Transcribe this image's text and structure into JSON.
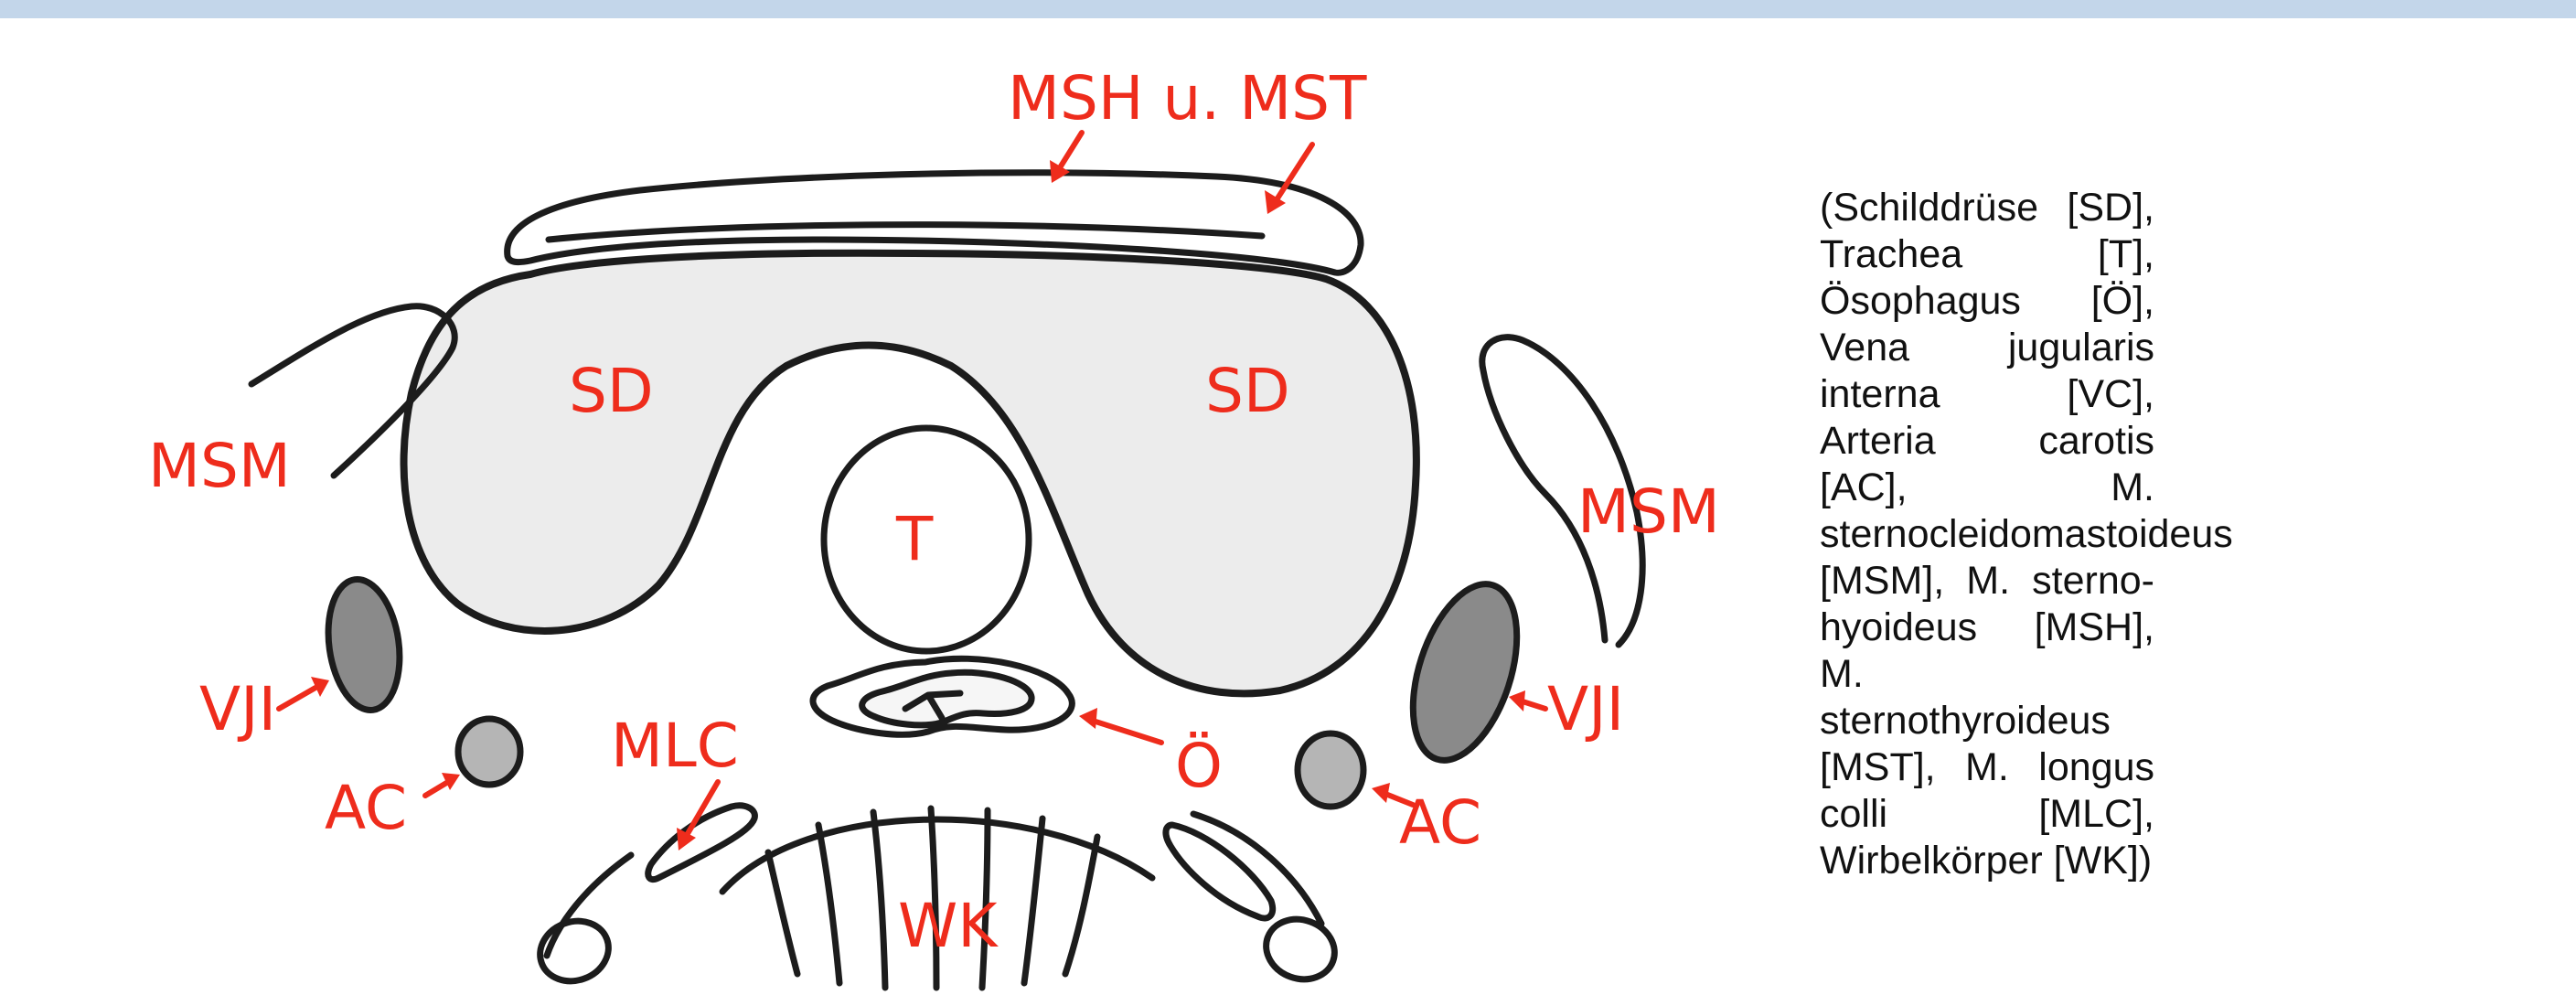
{
  "colors": {
    "top_band": "#c3d6ea",
    "label_red": "#ee2c1c",
    "gland_fill": "#ececec",
    "vein_fill": "#8a8a8a",
    "artery_fill": "#b5b5b5"
  },
  "labels": {
    "msh_mst": "MSH u. MST",
    "sd_left": "SD",
    "sd_right": "SD",
    "trachea": "T",
    "msm_left": "MSM",
    "msm_right": "MSM",
    "vji_left": "VJI",
    "vji_right": "VJI",
    "ac_left": "AC",
    "ac_right": "AC",
    "mlc": "MLC",
    "oesophagus": "Ö",
    "wk": "WK"
  },
  "legend": {
    "text": "(Schilddrüse [SD], Trachea [T], Ösophagus [Ö], Vena jugularis interna [VC], Arteria carotis [AC], M. sternocleidomastoideus [MSM], M. sterno-hyoideus [MSH], M. sternothyroideus [MST], M. longus colli [MLC], Wirbelkörper [WK])"
  }
}
